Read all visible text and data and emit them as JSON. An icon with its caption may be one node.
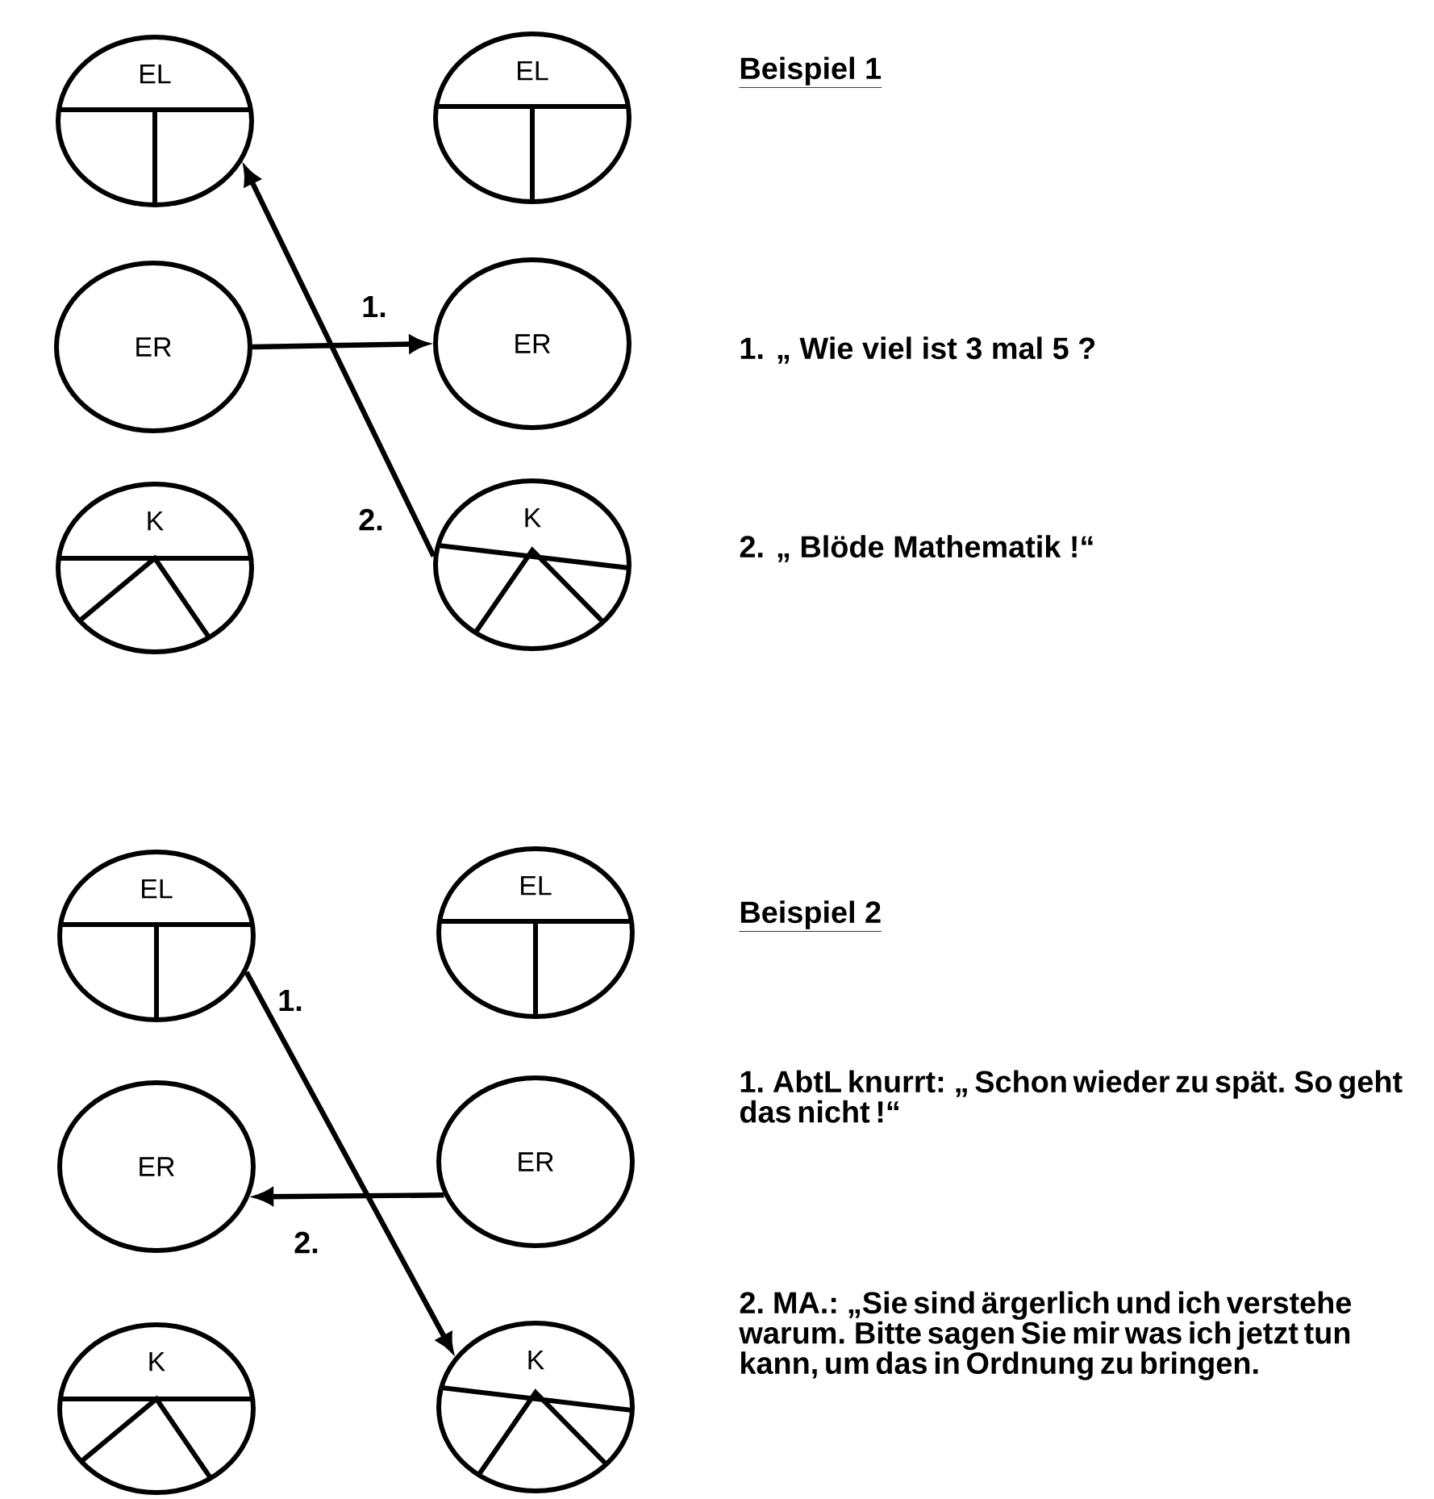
{
  "diagram": {
    "nodes": [
      {
        "text": [
          "EL"
        ]
      },
      {
        "text": [
          "EL"
        ]
      },
      {
        "text": [
          "ER"
        ]
      },
      {
        "text": [
          "ER"
        ]
      },
      {
        "text": [
          "K"
        ]
      },
      {
        "text": [
          "K"
        ]
      },
      {
        "text": [
          "EL"
        ]
      },
      {
        "text": [
          "EL"
        ]
      },
      {
        "text": [
          "ER"
        ]
      },
      {
        "text": [
          "ER"
        ]
      },
      {
        "text": [
          "K"
        ]
      },
      {
        "text": [
          "K"
        ]
      }
    ],
    "edges": [
      {
        "from": 2,
        "to": 3,
        "arrow": "to",
        "label": "1."
      },
      {
        "from": 5,
        "to": 0,
        "arrow": "to",
        "label": "2."
      },
      {
        "from": 6,
        "to": 11,
        "arrow": "to",
        "label": "1."
      },
      {
        "from": 9,
        "to": 8,
        "arrow": "to",
        "label": "2."
      }
    ],
    "labels": [
      "Beispiel 1",
      "1. „ Wie viel ist 3 mal 5 ?",
      "2. „ Blöde Mathematik !“",
      "Beispiel 2",
      "1. AbtL knurrt: „ Schon wieder zu spät. So geht das nicht !“",
      "2. MA.: „Sie sind ärgerlich und ich verstehe warum. Bitte sagen Sie mir was ich jetzt tun kann, um das in Ordnung zu bringen."
    ]
  }
}
